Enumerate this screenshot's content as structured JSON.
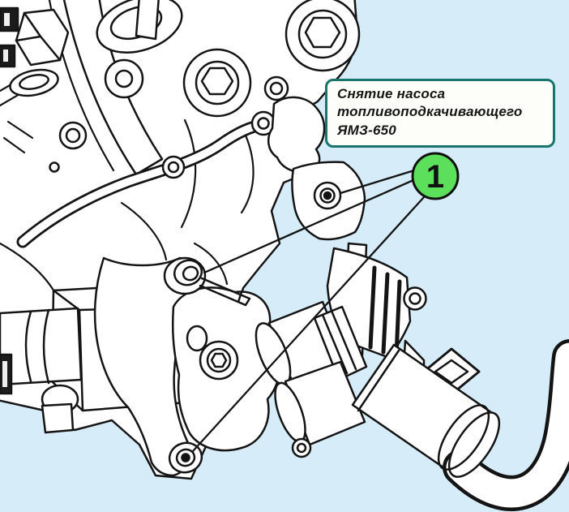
{
  "page": {
    "background_color": "#d6ecf8"
  },
  "caption_box": {
    "lines": [
      "Снятие насоса",
      "топливоподкачивающего",
      "ЯМЗ-650"
    ],
    "border_color": "#17756b",
    "fill_color": "#fdfdfa",
    "text_color": "#161616"
  },
  "callout": {
    "label": "1",
    "fill_color": "#5ce05c",
    "stroke_color": "#111111"
  },
  "artwork": {
    "stroke_color": "#141414",
    "fill_color": "#ffffff"
  }
}
